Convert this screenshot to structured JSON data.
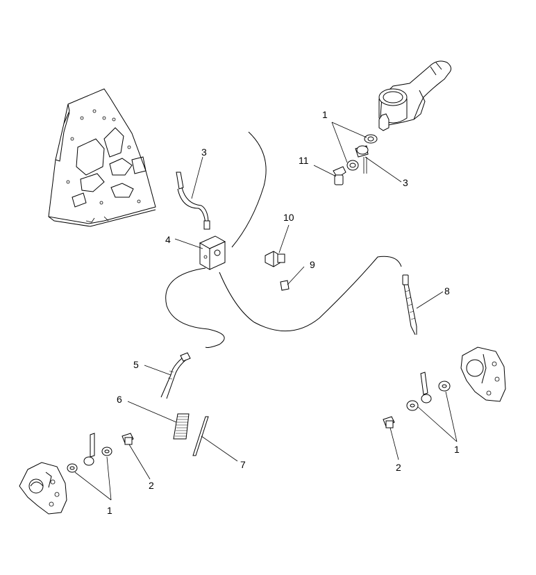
{
  "diagram": {
    "callouts": [
      {
        "id": "c1-top",
        "text": "1"
      },
      {
        "id": "c11",
        "text": "11"
      },
      {
        "id": "c3-top-right",
        "text": "3"
      },
      {
        "id": "c3-left",
        "text": "3"
      },
      {
        "id": "c4",
        "text": "4"
      },
      {
        "id": "c10",
        "text": "10"
      },
      {
        "id": "c9",
        "text": "9"
      },
      {
        "id": "c8",
        "text": "8"
      },
      {
        "id": "c5",
        "text": "5"
      },
      {
        "id": "c6",
        "text": "6"
      },
      {
        "id": "c7",
        "text": "7"
      },
      {
        "id": "c2-left",
        "text": "2"
      },
      {
        "id": "c1-left",
        "text": "1"
      },
      {
        "id": "c1-right",
        "text": "1"
      },
      {
        "id": "c2-right",
        "text": "2"
      }
    ]
  }
}
